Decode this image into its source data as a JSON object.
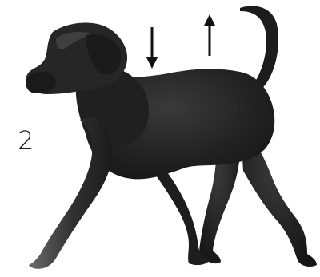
{
  "figure": {
    "number_label": "2"
  },
  "illustration": {
    "subject": "dog-silhouette-walking",
    "body_color": "#222222",
    "highlight_color": "#5a5a5a",
    "arrows": [
      {
        "name": "down-arrow-icon",
        "direction": "down"
      },
      {
        "name": "up-arrow-icon",
        "direction": "up"
      }
    ]
  }
}
